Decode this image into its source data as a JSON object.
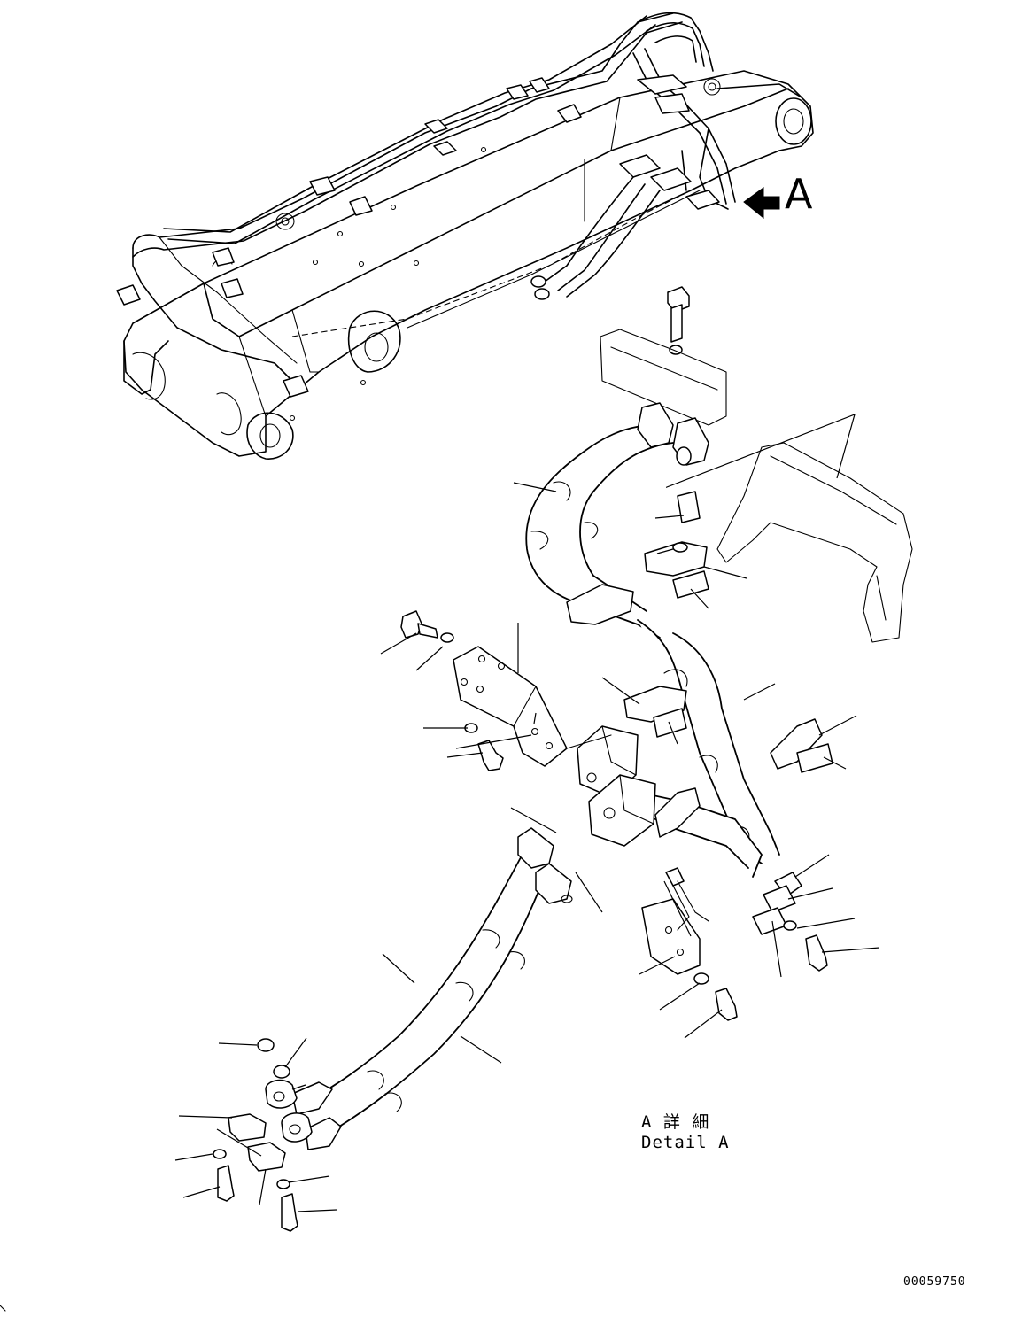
{
  "view_marker": {
    "letter": "A"
  },
  "detail_caption": {
    "japanese": "A 詳 細",
    "english": "Detail A"
  },
  "drawing_number": "00059750"
}
